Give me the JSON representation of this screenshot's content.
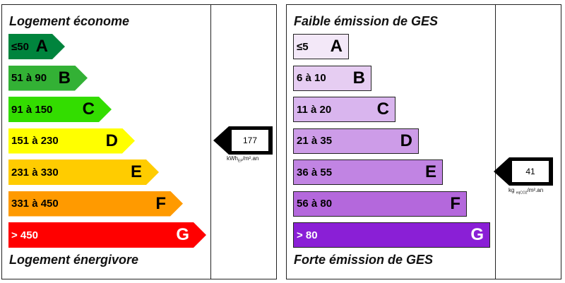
{
  "energy": {
    "top_label": "Logement économe",
    "bottom_label": "Logement énergivore",
    "value": "177",
    "unit_main": "kWh",
    "unit_sub": "EP",
    "unit_tail": "/m².an",
    "current_class": "D",
    "classes": [
      {
        "range": "≤50",
        "letter": "A",
        "color": "#00843d"
      },
      {
        "range": "51 à 90",
        "letter": "B",
        "color": "#33b135"
      },
      {
        "range": "91 à 150",
        "letter": "C",
        "color": "#33dd00"
      },
      {
        "range": "151 à 230",
        "letter": "D",
        "color": "#ffff00"
      },
      {
        "range": "231 à 330",
        "letter": "E",
        "color": "#ffcc00"
      },
      {
        "range": "331 à 450",
        "letter": "F",
        "color": "#ff9a00"
      },
      {
        "range": "> 450",
        "letter": "G",
        "color": "#ff0000"
      }
    ]
  },
  "ges": {
    "top_label": "Faible émission de GES",
    "bottom_label": "Forte émission de GES",
    "value": "41",
    "unit_main": "kg",
    "unit_sub": "eqCO2",
    "unit_tail": "/m².an",
    "current_class": "E",
    "classes": [
      {
        "range": "≤5",
        "letter": "A",
        "color": "#f3e8f8"
      },
      {
        "range": "6 à 10",
        "letter": "B",
        "color": "#e6cdf2"
      },
      {
        "range": "11 à 20",
        "letter": "C",
        "color": "#d9b5ee"
      },
      {
        "range": "21 à 35",
        "letter": "D",
        "color": "#cd9ce8"
      },
      {
        "range": "36 à 55",
        "letter": "E",
        "color": "#c184e3"
      },
      {
        "range": "56 à 80",
        "letter": "F",
        "color": "#b468dc"
      },
      {
        "range": "> 80",
        "letter": "G",
        "color": "#8a1fd6"
      }
    ]
  }
}
